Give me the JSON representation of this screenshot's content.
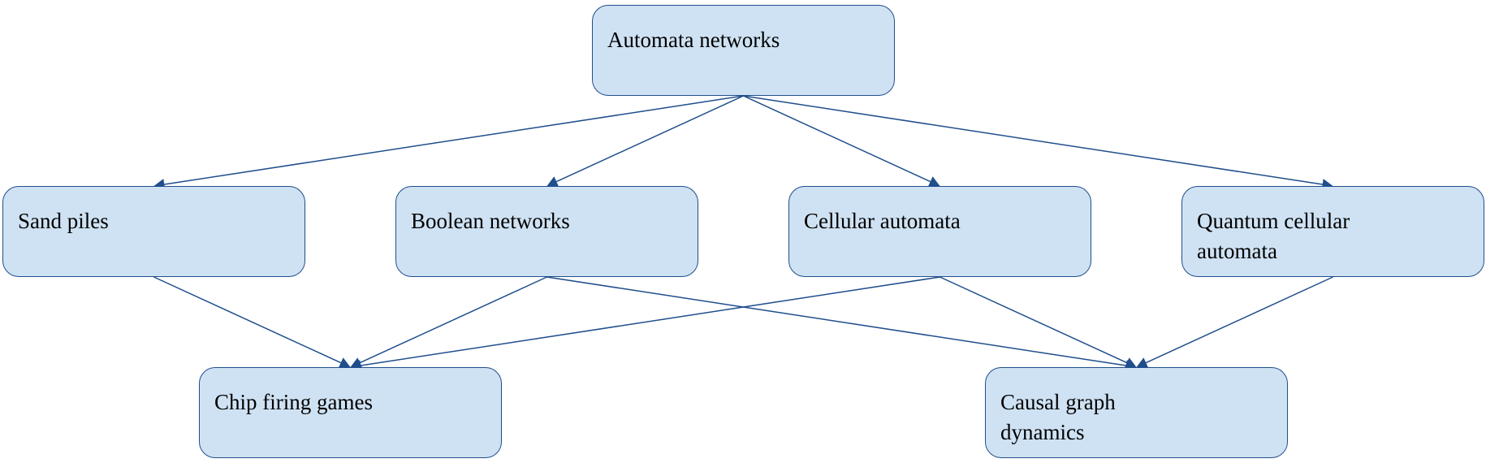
{
  "nodes": {
    "automata_networks": "Automata networks",
    "sand_piles": "Sand piles",
    "boolean_networks": "Boolean networks",
    "cellular_automata": "Cellular automata",
    "quantum_cellular_automata": "Quantum cellular automata",
    "chip_firing_games": "Chip firing games",
    "causal_graph_dynamics": "Causal graph dynamics"
  },
  "edges": [
    {
      "from": "automata_networks",
      "to": "sand_piles"
    },
    {
      "from": "automata_networks",
      "to": "boolean_networks"
    },
    {
      "from": "automata_networks",
      "to": "cellular_automata"
    },
    {
      "from": "automata_networks",
      "to": "quantum_cellular_automata"
    },
    {
      "from": "sand_piles",
      "to": "chip_firing_games"
    },
    {
      "from": "boolean_networks",
      "to": "chip_firing_games"
    },
    {
      "from": "cellular_automata",
      "to": "chip_firing_games"
    },
    {
      "from": "boolean_networks",
      "to": "causal_graph_dynamics"
    },
    {
      "from": "cellular_automata",
      "to": "causal_graph_dynamics"
    },
    {
      "from": "quantum_cellular_automata",
      "to": "causal_graph_dynamics"
    }
  ],
  "colors": {
    "node_fill": "#cfe2f3",
    "node_border": "#1f4e8c",
    "edge": "#1f4e8c",
    "text": "#000000"
  }
}
